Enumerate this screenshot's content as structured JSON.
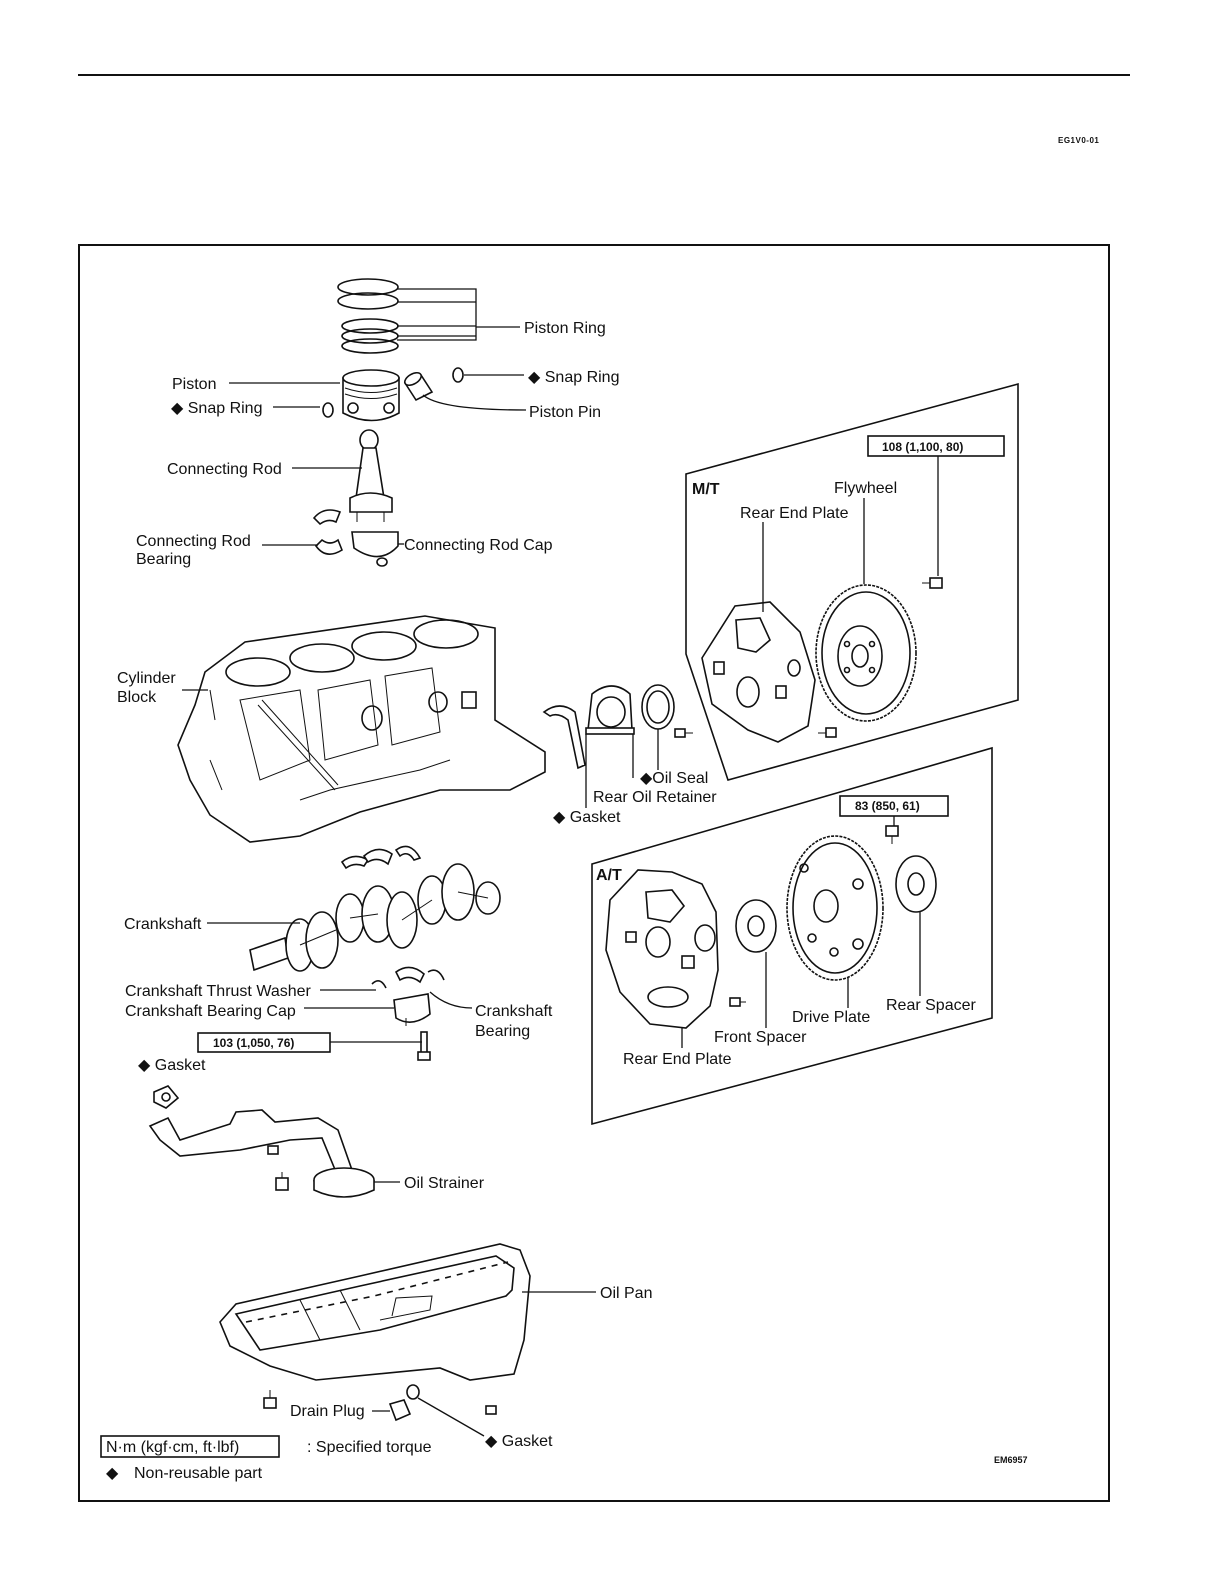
{
  "document": {
    "code": "EG1V0-01",
    "figure_code": "EM6957"
  },
  "labels": {
    "piston_ring": "Piston Ring",
    "snap_ring_right": "◆ Snap Ring",
    "piston": "Piston",
    "snap_ring_left": "◆ Snap Ring",
    "piston_pin": "Piston Pin",
    "connecting_rod": "Connecting Rod",
    "connecting_rod_bearing_1": "Connecting Rod",
    "connecting_rod_bearing_2": "Bearing",
    "connecting_rod_cap": "Connecting Rod Cap",
    "cylinder_block_1": "Cylinder",
    "cylinder_block_2": "Block",
    "oil_seal": "◆Oil Seal",
    "rear_oil_retainer": "Rear Oil Retainer",
    "gasket_retainer": "◆ Gasket",
    "crankshaft": "Crankshaft",
    "crankshaft_thrust_washer": "Crankshaft Thrust Washer",
    "crankshaft_bearing_cap": "Crankshaft Bearing Cap",
    "crankshaft_bearing_1": "Crankshaft",
    "crankshaft_bearing_2": "Bearing",
    "gasket_strainer": "◆ Gasket",
    "oil_strainer": "Oil Strainer",
    "oil_pan": "Oil Pan",
    "drain_plug": "Drain Plug",
    "gasket_drain": "◆ Gasket"
  },
  "mt_panel": {
    "title": "M/T",
    "torque": "108 (1,100, 80)",
    "flywheel": "Flywheel",
    "rear_end_plate": "Rear End Plate"
  },
  "at_panel": {
    "title": "A/T",
    "torque": "83 (850, 61)",
    "rear_end_plate": "Rear End Plate",
    "front_spacer": "Front Spacer",
    "drive_plate": "Drive Plate",
    "rear_spacer": "Rear Spacer"
  },
  "torque_main": "103 (1,050, 76)",
  "legend": {
    "torque_unit": "N·m (kgf·cm, ft·lbf)",
    "torque_desc": ": Specified torque",
    "non_reusable_symbol": "◆",
    "non_reusable_desc": "Non-reusable part"
  }
}
